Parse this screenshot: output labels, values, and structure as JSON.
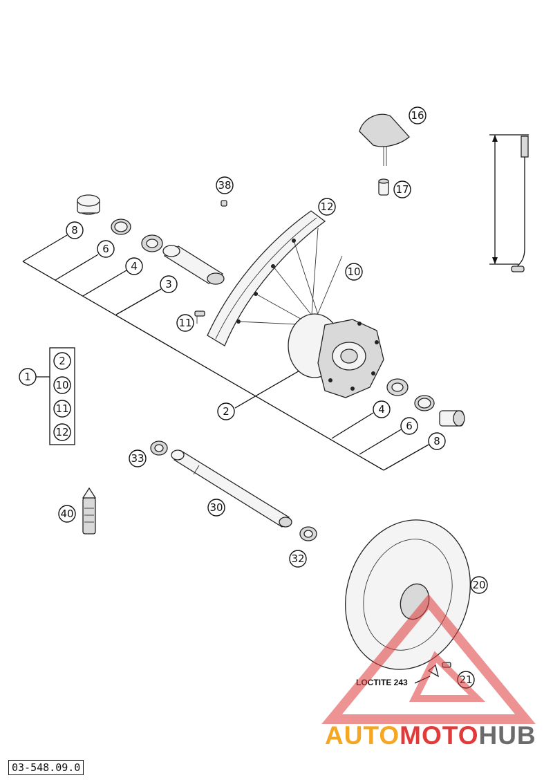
{
  "diagram": {
    "drawing_number": "03-548.09.0",
    "loctite_note": "LOCTITE 243",
    "callouts": [
      "1",
      "2",
      "3",
      "4",
      "6",
      "8",
      "10",
      "11",
      "12",
      "16",
      "17",
      "20",
      "21",
      "30",
      "32",
      "33",
      "38",
      "40"
    ],
    "kit_contents": [
      "2",
      "10",
      "11",
      "12"
    ]
  },
  "watermark": {
    "brand_part1": "AUTO",
    "brand_part2": "MOTO",
    "brand_part3": "HUB",
    "colors": {
      "orange": "#f5a623",
      "red": "#e03a3a",
      "gray": "#6b6b6b"
    }
  }
}
